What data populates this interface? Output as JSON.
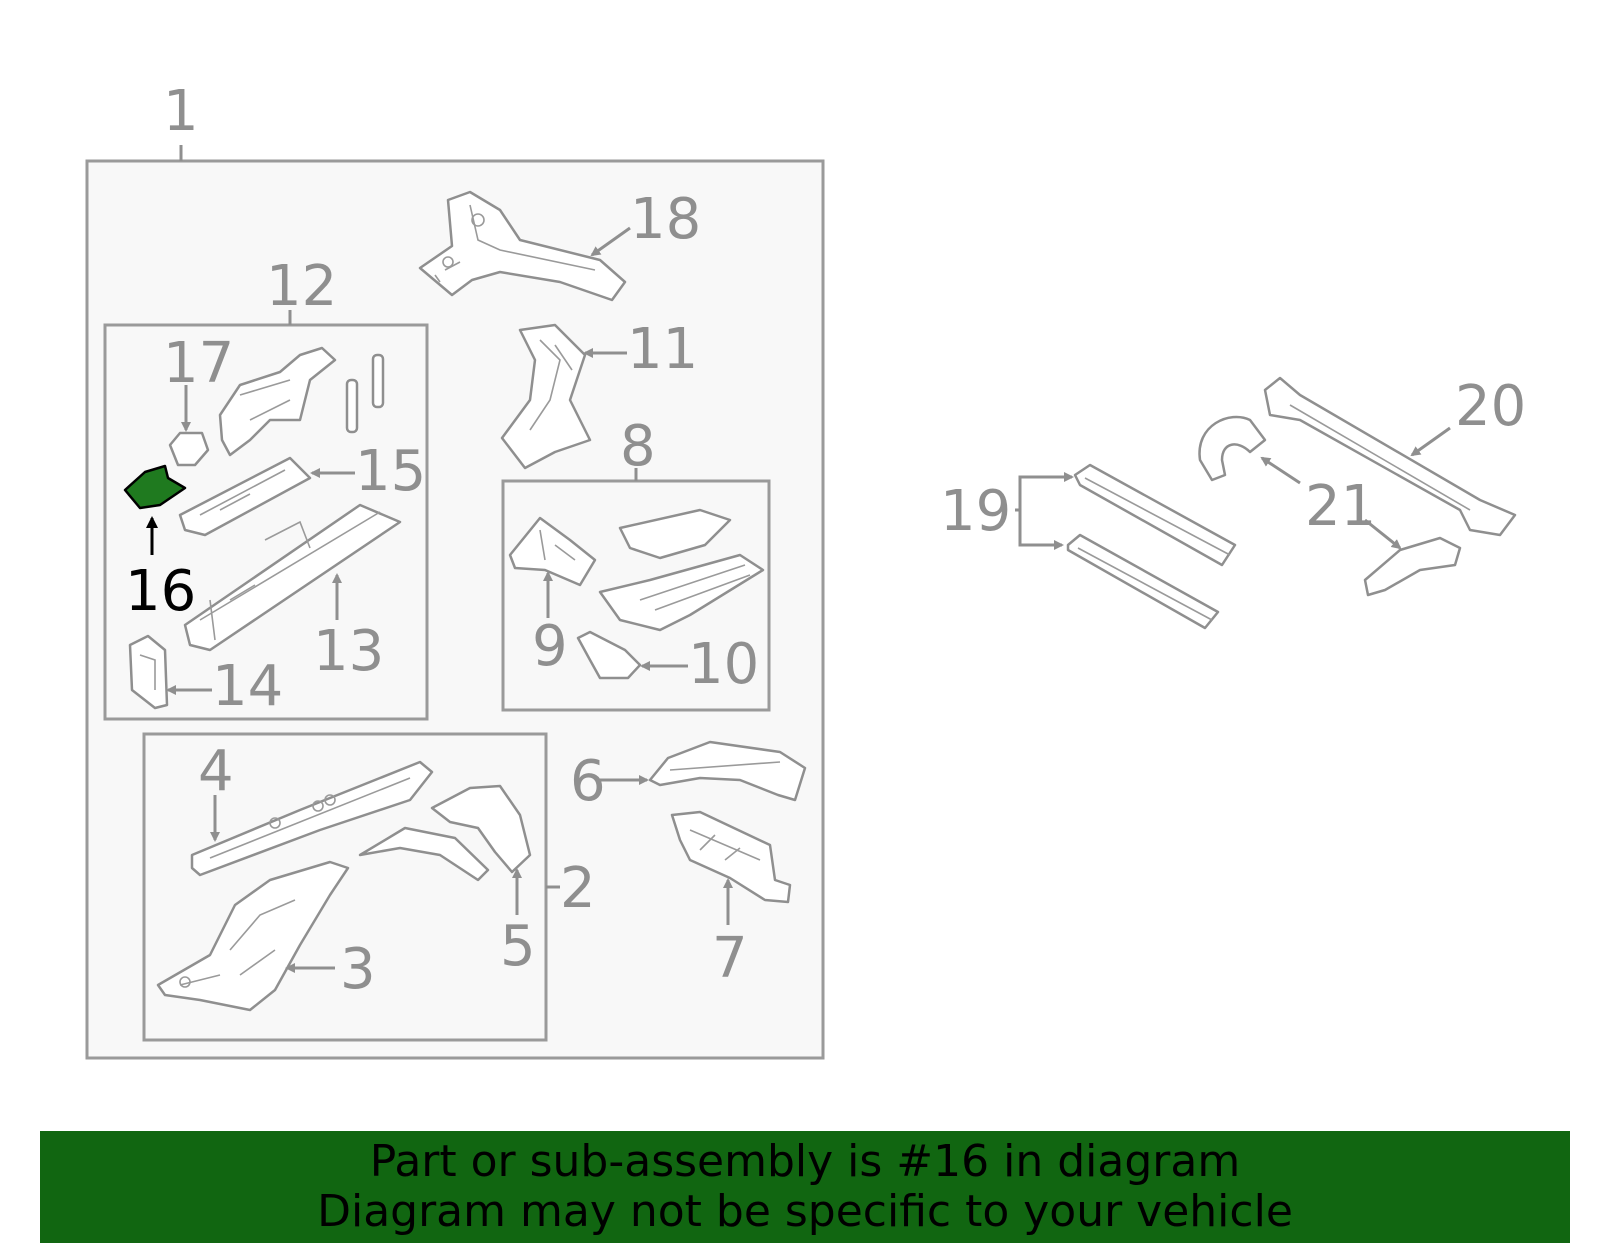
{
  "diagram": {
    "highlight_color": "#1f7a1f",
    "highlighted_part": "16",
    "labels": {
      "p1": "1",
      "p2": "2",
      "p3": "3",
      "p4": "4",
      "p5": "5",
      "p6": "6",
      "p7": "7",
      "p8": "8",
      "p9": "9",
      "p10": "10",
      "p11": "11",
      "p12": "12",
      "p13": "13",
      "p14": "14",
      "p15": "15",
      "p16": "16",
      "p17": "17",
      "p18": "18",
      "p19": "19",
      "p20": "20",
      "p21": "21"
    }
  },
  "banner": {
    "background": "#116611",
    "line1": "Part or sub-assembly is #16 in diagram",
    "line2": "Diagram may not be specific to your vehicle"
  }
}
